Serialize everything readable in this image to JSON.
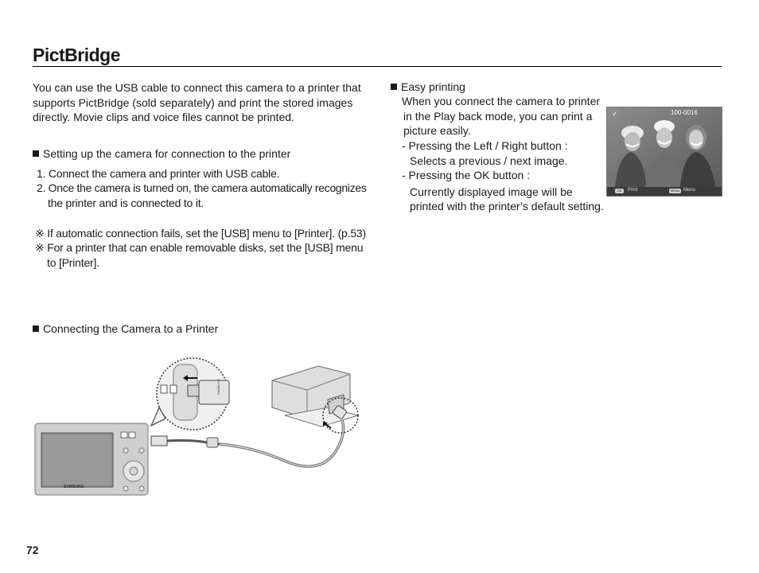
{
  "page": {
    "title": "PictBridge",
    "page_number": "72"
  },
  "intro": {
    "line1": "You can use the USB cable to connect this camera to a printer that",
    "line2": "supports PictBridge (sold separately) and print the stored images",
    "line3": "directly. Movie clips and voice files cannot be printed."
  },
  "setup": {
    "heading": "Setting up the camera for connection to the printer",
    "step1": "1. Connect the camera and printer with USB cable.",
    "step2_line1": "2. Once the camera is turned on, the camera automatically recognizes",
    "step2_line2": "the printer and is connected to it."
  },
  "notes": {
    "note1": "※ If automatic connection fails, set the [USB] menu to [Printer]. (p.53)",
    "note2_line1": "※ For a printer that can enable removable disks, set the [USB] menu",
    "note2_line2": "to [Printer]."
  },
  "connecting": {
    "heading": "Connecting the Camera to a Printer",
    "camera_brand": "SAMSUNG",
    "cable_brand": "SAMSUNG"
  },
  "easy": {
    "heading": "Easy printing",
    "line1": "When you connect the camera to printer",
    "line2": "in the Play back mode, you can print a",
    "line3": "picture easily.",
    "line4": "- Pressing the Left / Right button :",
    "line5": "Selects a previous / next image.",
    "line6": "- Pressing the OK button :",
    "line7": "Currently displayed image will be",
    "line8": "printed with the printer’s default setting."
  },
  "screen": {
    "file_number": "100-0016",
    "ok_key": "OK",
    "ok_label": "Print",
    "menu_key": "MENU",
    "menu_label": "Menu"
  }
}
